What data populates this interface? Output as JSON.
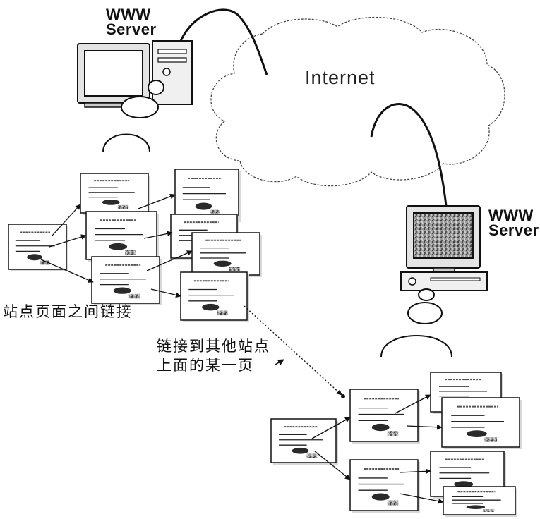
{
  "cloud": {
    "label": "Internet"
  },
  "servers": {
    "left": {
      "line1": "WWW",
      "line2": "Server"
    },
    "right": {
      "line1": "WWW",
      "line2": "Server"
    }
  },
  "annotations": {
    "internal_links": "站点页面之间链接",
    "external_link_line1": "链接到其他站点",
    "external_link_line2": "上面的某一页"
  },
  "colors": {
    "line": "#111111",
    "page_border": "#111111",
    "page_fill": "#ffffff",
    "scribble": "#1a1a1a",
    "screen_noise": "#777777",
    "cloud_stroke": "#444444"
  }
}
